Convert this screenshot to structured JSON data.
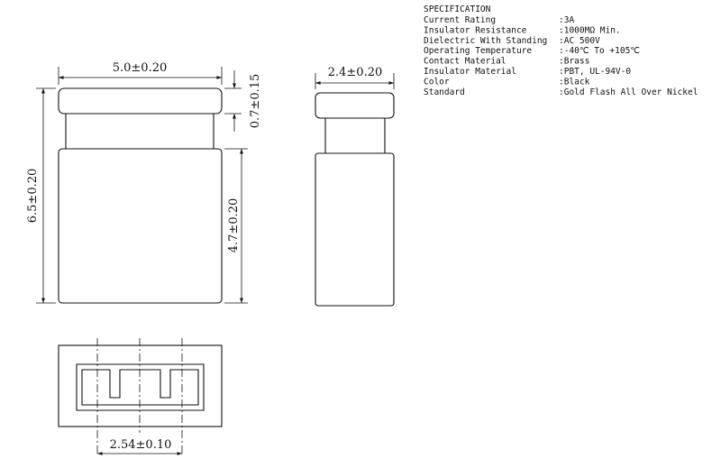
{
  "dimensions": {
    "width": "5.0±0.20",
    "top_thickness": "0.7±0.15",
    "height": "6.5±0.20",
    "body_height": "4.7±0.20",
    "depth": "2.4±0.20",
    "pitch": "2.54±0.10"
  },
  "spec": {
    "title": "SPECIFICATION",
    "rows": [
      {
        "label": "Current Rating",
        "value": ":3A"
      },
      {
        "label": "Insulator Resistance",
        "value": ":1000MΩ  Min."
      },
      {
        "label": "Dielectric With Standing",
        "value": ":AC 500V"
      },
      {
        "label": "Operating Temperature",
        "value": ":-40℃ To +105℃"
      },
      {
        "label": "Contact Material",
        "value": ":Brass"
      },
      {
        "label": "Insulator Material",
        "value": ":PBT, UL-94V-0"
      },
      {
        "label": "Color",
        "value": ":Black"
      },
      {
        "label": "Standard",
        "value": ":Gold Flash All Over Nickel"
      }
    ]
  }
}
